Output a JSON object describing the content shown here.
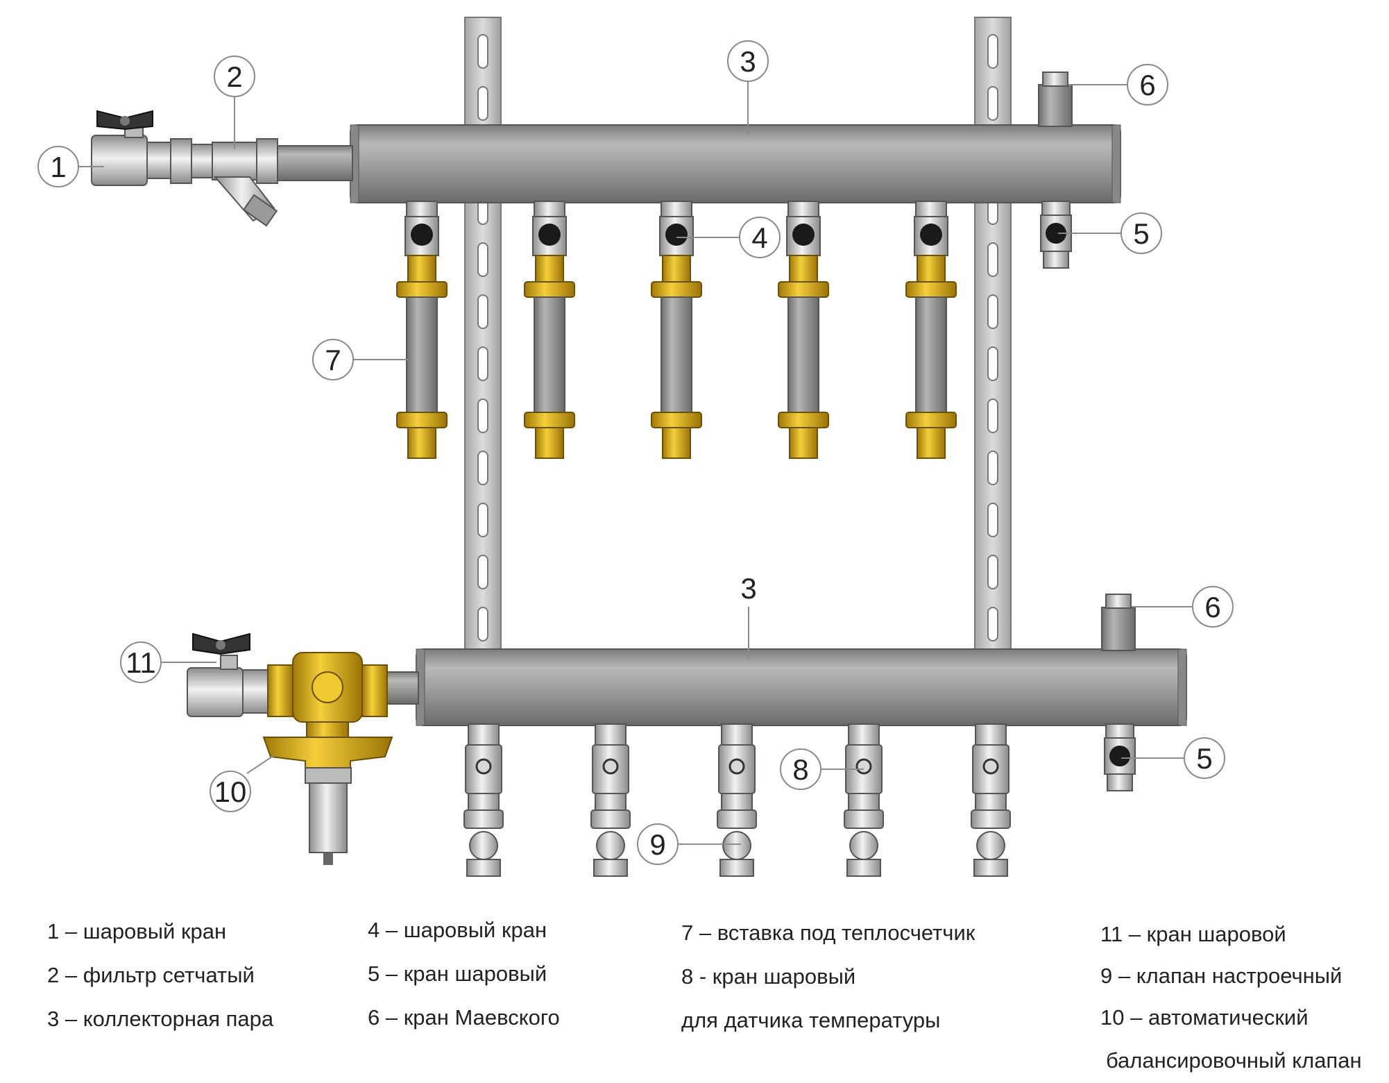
{
  "callouts": {
    "c1": "1",
    "c2": "2",
    "c3_top": "3",
    "c3_bottom": "3",
    "c4": "4",
    "c5_top": "5",
    "c5_bottom": "5",
    "c6_top": "6",
    "c6_bottom": "6",
    "c7": "7",
    "c8": "8",
    "c9": "9",
    "c10": "10",
    "c11": "11"
  },
  "legend": {
    "col1": [
      "1 – шаровый кран",
      "2 – фильтр сетчатый",
      "3 – коллекторная пара"
    ],
    "col2": [
      "4 – шаровый кран",
      "5 – кран шаровый",
      "6 – кран Маевского"
    ],
    "col3": [
      "7 – вставка под теплосчетчик",
      "8 - кран шаровый",
      "для датчика температуры"
    ],
    "col4": [
      "11 – кран шаровой",
      "9 – клапан настроечный",
      "10 – автоматический",
      "балансировочный клапан"
    ]
  },
  "colors": {
    "pipe": "#9a9a9a",
    "brass": "#e0b020",
    "chrome": "#d6d6d6",
    "rail": "#c4c4c4",
    "handle": "#333333"
  }
}
